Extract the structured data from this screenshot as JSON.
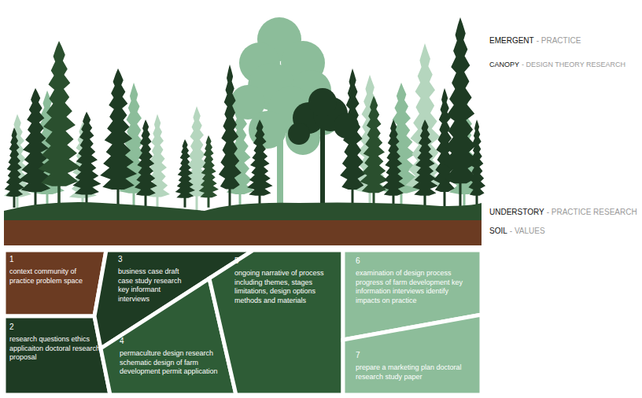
{
  "diagram": {
    "nodes": [
      {
        "text": [
          "1",
          "context community of practice problem space"
        ]
      },
      {
        "text": [
          "2",
          "research questions ethics applicaiton doctoral research proposal"
        ]
      },
      {
        "text": [
          "3",
          "business case draft case study research key informant interviews"
        ]
      },
      {
        "text": [
          "4",
          "permaculture design research schematic design of farm development permit application"
        ]
      },
      {
        "text": [
          "5",
          "ongoing narrative of process including themes, stages limitations, design options methods and materials"
        ]
      },
      {
        "text": [
          "6",
          "examination of design process progress of farm development key information interviews identify impacts on practice"
        ]
      },
      {
        "text": [
          "7",
          "prepare a marketing plan doctoral research study paper"
        ]
      }
    ],
    "labels": [
      "EMERGENT",
      "- PRACTICE",
      "CANOPY",
      "- DESIGN THEORY RESEARCH",
      "UNDERSTORY",
      "- PRACTICE RESEARCH",
      "SOIL",
      "- VALUES"
    ]
  }
}
